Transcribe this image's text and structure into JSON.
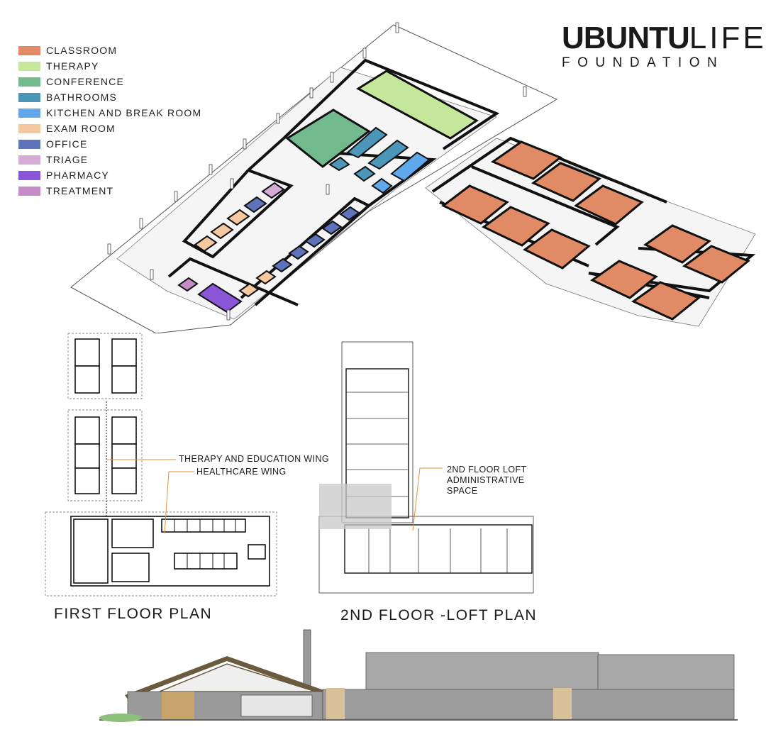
{
  "legend": [
    {
      "label": "CLASSROOM",
      "color": "#E08A66"
    },
    {
      "label": "THERAPY",
      "color": "#C5E79B"
    },
    {
      "label": "CONFERENCE",
      "color": "#72BA8E"
    },
    {
      "label": "BATHROOMS",
      "color": "#4C97B9"
    },
    {
      "label": "KITCHEN AND BREAK ROOM",
      "color": "#5FA9EA"
    },
    {
      "label": "EXAM ROOM",
      "color": "#F6C89F"
    },
    {
      "label": "OFFICE",
      "color": "#5F72BC"
    },
    {
      "label": "TRIAGE",
      "color": "#D6ACD6"
    },
    {
      "label": "PHARMACY",
      "color": "#8B55D8"
    },
    {
      "label": "TREATMENT",
      "color": "#C58CC8"
    }
  ],
  "logo": {
    "word1": "UBUNTU",
    "word2": "LIFE",
    "sub": "FOUNDATION"
  },
  "first_floor": {
    "caption": "FIRST FLOOR PLAN",
    "callout_therapy": "THERAPY AND EDUCATION WING",
    "callout_health": "HEALTHCARE WING"
  },
  "second_floor": {
    "caption": "2ND FLOOR -LOFT PLAN",
    "callout": [
      "2ND FLOOR LOFT",
      "ADMINISTRATIVE",
      "SPACE"
    ]
  },
  "colors": {
    "wall": "#111111",
    "floor": "#f4f4f4",
    "stone": "#9a9a9a",
    "roof": "#a8a8a8",
    "wood": "#c6a46a"
  }
}
